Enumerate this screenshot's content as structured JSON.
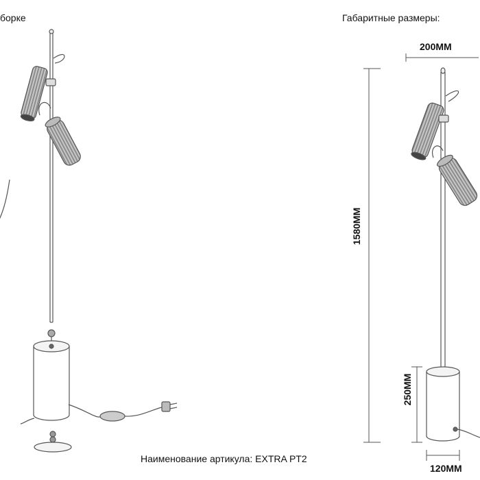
{
  "labels": {
    "assembly_title": "борке",
    "dimensions_title": "Габаритные размеры:",
    "article": "Наименование артикула: EXTRA PT2"
  },
  "dimensions": {
    "width_top": "200MM",
    "height_total": "1580MM",
    "height_base": "250MM",
    "base_diameter": "120MM"
  },
  "colors": {
    "line": "#555555",
    "shade": "#9a9a9a",
    "dark": "#333333"
  }
}
